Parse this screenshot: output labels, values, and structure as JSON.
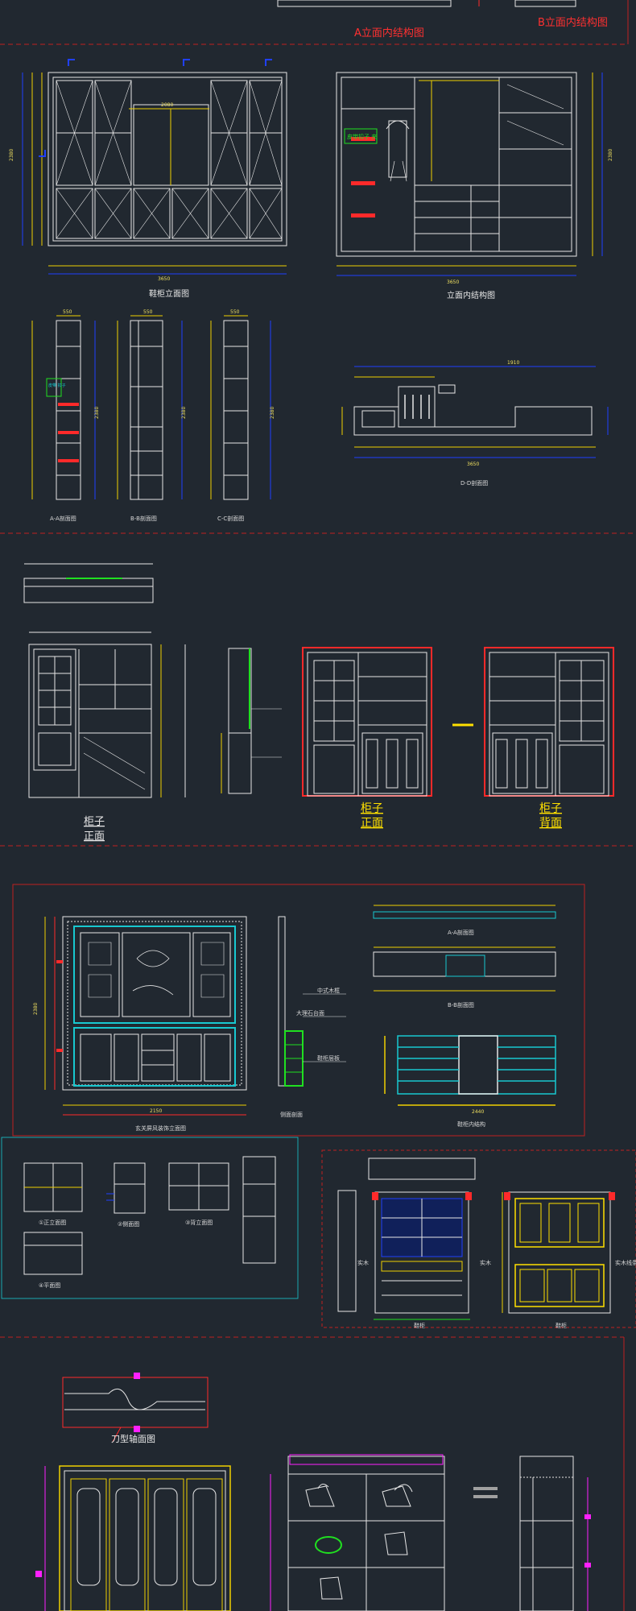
{
  "page": {
    "background": "#212830"
  },
  "colors": {
    "line": "#e6e6e6",
    "dim": "#f0d000",
    "dim_blue": "#2040ff",
    "red": "#ff2a2a",
    "cyan": "#18c8d0",
    "green": "#20e020",
    "magenta": "#ff20ff",
    "yellow": "#ffe000",
    "divider": "#c02020"
  },
  "sheet1": {
    "top_left_caption": "A立面内结构图",
    "top_right_caption": "B立面内结构图",
    "elev_left_caption": "鞋柜立面图",
    "elev_right_caption": "立面内结构图",
    "note_tag": "皮带扣子 夹",
    "note_tag2": "皮带扣子 夹",
    "section_a": "A-A剖面图",
    "section_b": "B-B剖面图",
    "section_c": "C-C剖面图",
    "plan_caption": "D-D剖面图",
    "side_tag": "皮带 扣子",
    "dims": {
      "h_left": "2380",
      "w_left": "3650",
      "w_top_left": "2080",
      "h_right": "2380",
      "w_right": "3650",
      "sec_w": "550",
      "sec_h": "2380",
      "plan_w": "3650",
      "plan_top": "1910"
    }
  },
  "sheet2": {
    "cabinet_front_caption_1": "柜子",
    "cabinet_front_caption_2": "正面",
    "yellow_front_1": "柜子",
    "yellow_front_2": "正面",
    "yellow_back_1": "柜子",
    "yellow_back_2": "背面"
  },
  "sheet3": {
    "main_caption": "玄关屏风装饰立面图",
    "side_caption": "侧面剖面",
    "plan_a_caption": "A-A剖面图",
    "plan_b_caption": "B-B剖面图",
    "inner_caption": "鞋柜内结构",
    "note_1": "中式木框",
    "note_2": "大理石台面",
    "note_3": "鞋柜层板",
    "h_total": "2380",
    "w_total": "2150",
    "w_plan": "2440"
  },
  "sheet4": {
    "mini_1": "①正立面图",
    "mini_2": "②侧面图",
    "mini_3": "③背立面图",
    "mini_4": "④平面图",
    "right_left_caption": "鞋柜",
    "right_right_caption": "鞋柜",
    "side_note_1": "实木",
    "side_note_2": "实木",
    "side_note_3": "实木线条"
  },
  "sheet5": {
    "detail_caption": "刀型轴面图"
  }
}
